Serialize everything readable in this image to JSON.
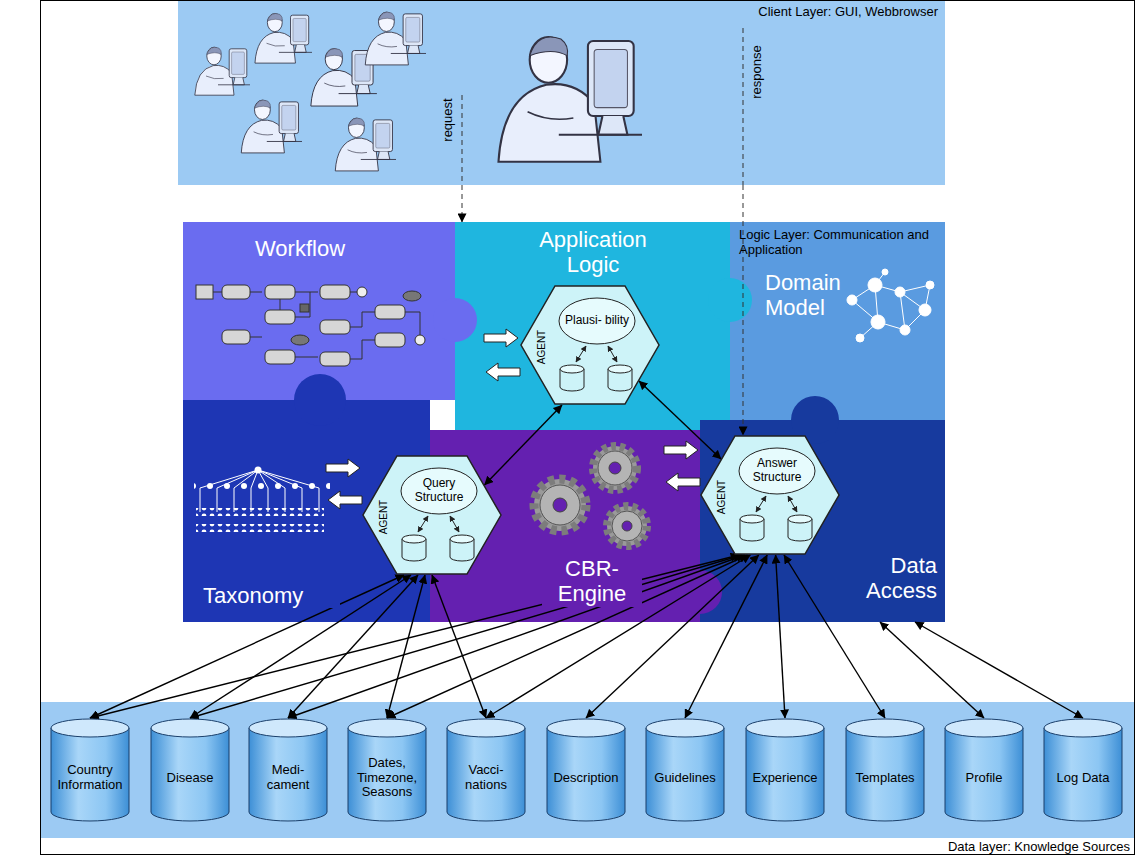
{
  "diagram": {
    "nodes": [
      {
        "text": [
          "Client Layer: GUI, Webbrowser"
        ]
      },
      {
        "text": [
          "Logic Layer: Communication and Application"
        ]
      },
      {
        "text": [
          "Workflow"
        ],
        "in": 1
      },
      {
        "text": [
          "Application Logic"
        ],
        "in": 1
      },
      {
        "text": [
          "Domain Model"
        ],
        "in": 1
      },
      {
        "text": [
          "Taxonomy"
        ],
        "in": 1
      },
      {
        "text": [
          "CBR-Engine"
        ],
        "in": 1
      },
      {
        "text": [
          "Data Access"
        ],
        "in": 1
      },
      {
        "text": [
          "Plausi- bility",
          "AGENT"
        ],
        "in": 3
      },
      {
        "text": [
          "Query Structure",
          "AGENT"
        ],
        "in": 5
      },
      {
        "text": [
          "Answer Structure",
          "AGENT"
        ],
        "in": 7
      },
      {
        "text": [
          "Data layer: Knowledge Sources"
        ]
      },
      {
        "text": [
          "Country Information"
        ],
        "in": 11
      },
      {
        "text": [
          "Disease"
        ],
        "in": 11
      },
      {
        "text": [
          "Medi- cament"
        ],
        "in": 11
      },
      {
        "text": [
          "Dates, Timezone, Seasons"
        ],
        "in": 11
      },
      {
        "text": [
          "Vacci- nations"
        ],
        "in": 11
      },
      {
        "text": [
          "Description"
        ],
        "in": 11
      },
      {
        "text": [
          "Guidelines"
        ],
        "in": 11
      },
      {
        "text": [
          "Experience"
        ],
        "in": 11
      },
      {
        "text": [
          "Templates"
        ],
        "in": 11
      },
      {
        "text": [
          "Profile"
        ],
        "in": 11
      },
      {
        "text": [
          "Log Data"
        ],
        "in": 11
      }
    ],
    "edges": [
      {
        "from": 0,
        "to": 3,
        "arrow": "to",
        "label": "request"
      },
      {
        "from": 0,
        "to": 10,
        "arrow": "to",
        "label": "response"
      },
      {
        "from": 9,
        "to": 8,
        "arrow": "both"
      },
      {
        "from": 8,
        "to": 10,
        "arrow": "both"
      },
      {
        "from": 12,
        "to": 9,
        "arrow": "both"
      },
      {
        "from": 13,
        "to": 9,
        "arrow": "both"
      },
      {
        "from": 14,
        "to": 9,
        "arrow": "both"
      },
      {
        "from": 15,
        "to": 9,
        "arrow": "both"
      },
      {
        "from": 16,
        "to": 9,
        "arrow": "both"
      },
      {
        "from": 12,
        "to": 10,
        "arrow": "both"
      },
      {
        "from": 13,
        "to": 10,
        "arrow": "both"
      },
      {
        "from": 14,
        "to": 10,
        "arrow": "both"
      },
      {
        "from": 15,
        "to": 10,
        "arrow": "both"
      },
      {
        "from": 16,
        "to": 10,
        "arrow": "both"
      },
      {
        "from": 17,
        "to": 10,
        "arrow": "both"
      },
      {
        "from": 18,
        "to": 10,
        "arrow": "both"
      },
      {
        "from": 19,
        "to": 10,
        "arrow": "both"
      },
      {
        "from": 20,
        "to": 10,
        "arrow": "both"
      },
      {
        "from": 21,
        "to": 7,
        "arrow": "both"
      },
      {
        "from": 22,
        "to": 7,
        "arrow": "both"
      }
    ]
  }
}
